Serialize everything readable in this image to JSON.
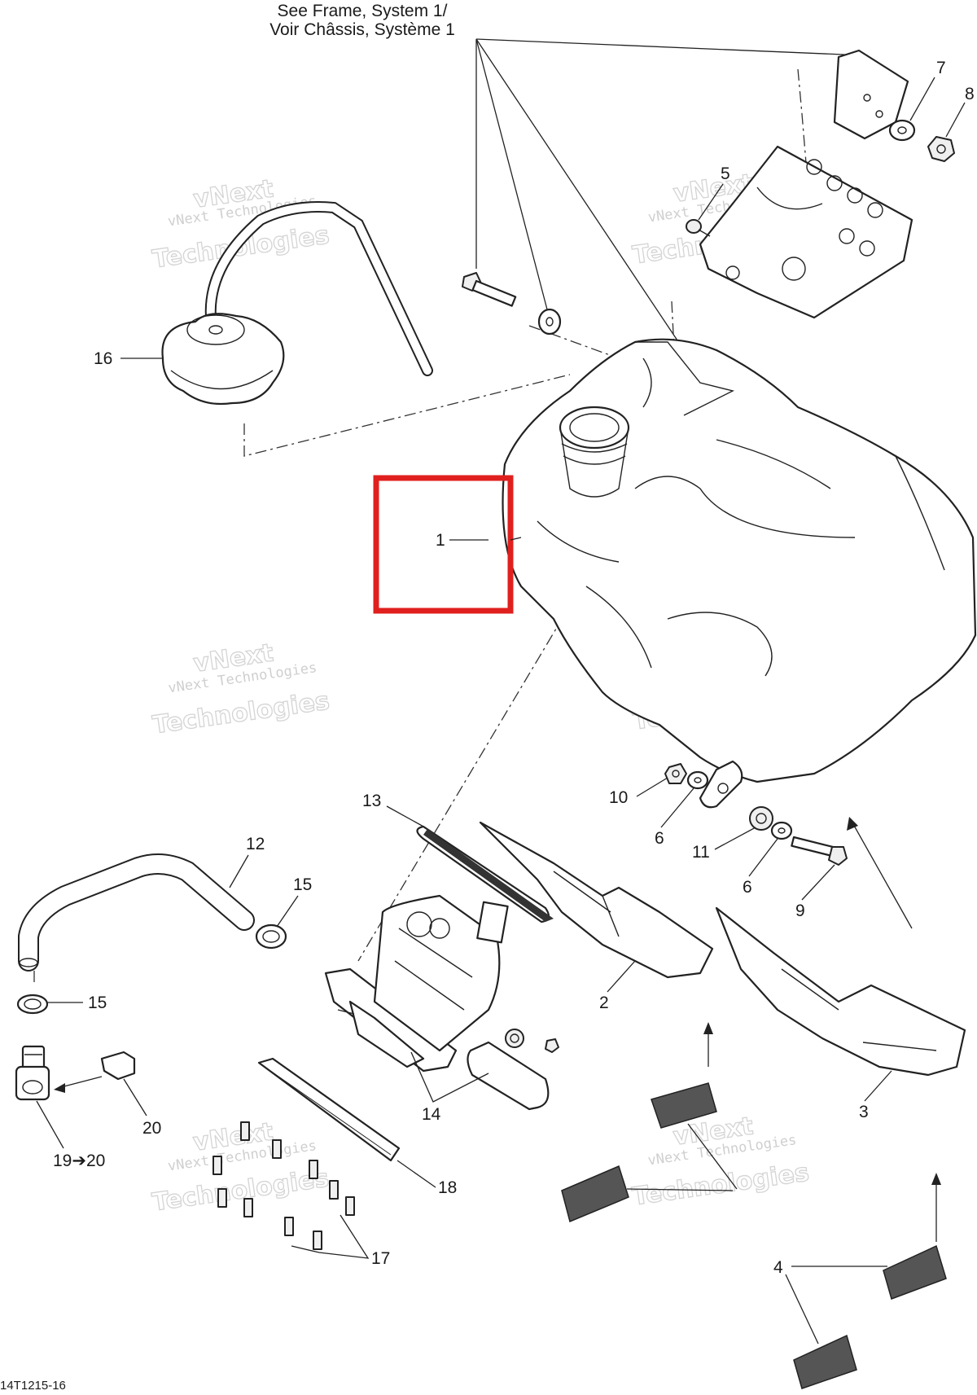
{
  "header": {
    "line1": "See Frame, System 1/",
    "line2": "Voir Châssis, Système 1"
  },
  "figure_code": "14T1215-16",
  "watermark": {
    "line1": "vNext Technologies",
    "line2": "vNext",
    "line3": "Technologies"
  },
  "highlight_color": "#e0201e",
  "callouts": {
    "c1": "1",
    "c2": "2",
    "c3": "3",
    "c4": "4",
    "c5": "5",
    "c6a": "6",
    "c6b": "6",
    "c7": "7",
    "c8": "8",
    "c9": "9",
    "c10": "10",
    "c11": "11",
    "c12": "12",
    "c13": "13",
    "c14": "14",
    "c15a": "15",
    "c15b": "15",
    "c16": "16",
    "c17": "17",
    "c18": "18",
    "c19": "19➔20",
    "c20": "20"
  }
}
